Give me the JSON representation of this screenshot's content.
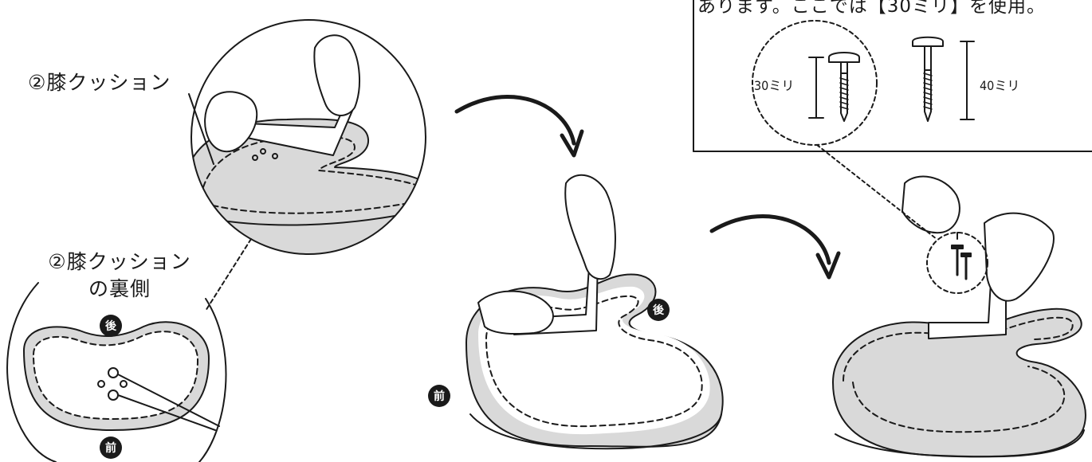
{
  "labels": {
    "knee_cushion": "②膝クッション",
    "knee_cushion_back_line1": "②膝クッション",
    "knee_cushion_back_line2": "の裏側",
    "back": "後",
    "front": "前"
  },
  "screw_box": {
    "note": "あります。ここでは【30ミリ】を使用。",
    "screw_short": "30ミリ",
    "screw_long": "40ミリ"
  },
  "colors": {
    "ink": "#1a1a1a",
    "cushion_gray": "#d9d9d9"
  }
}
